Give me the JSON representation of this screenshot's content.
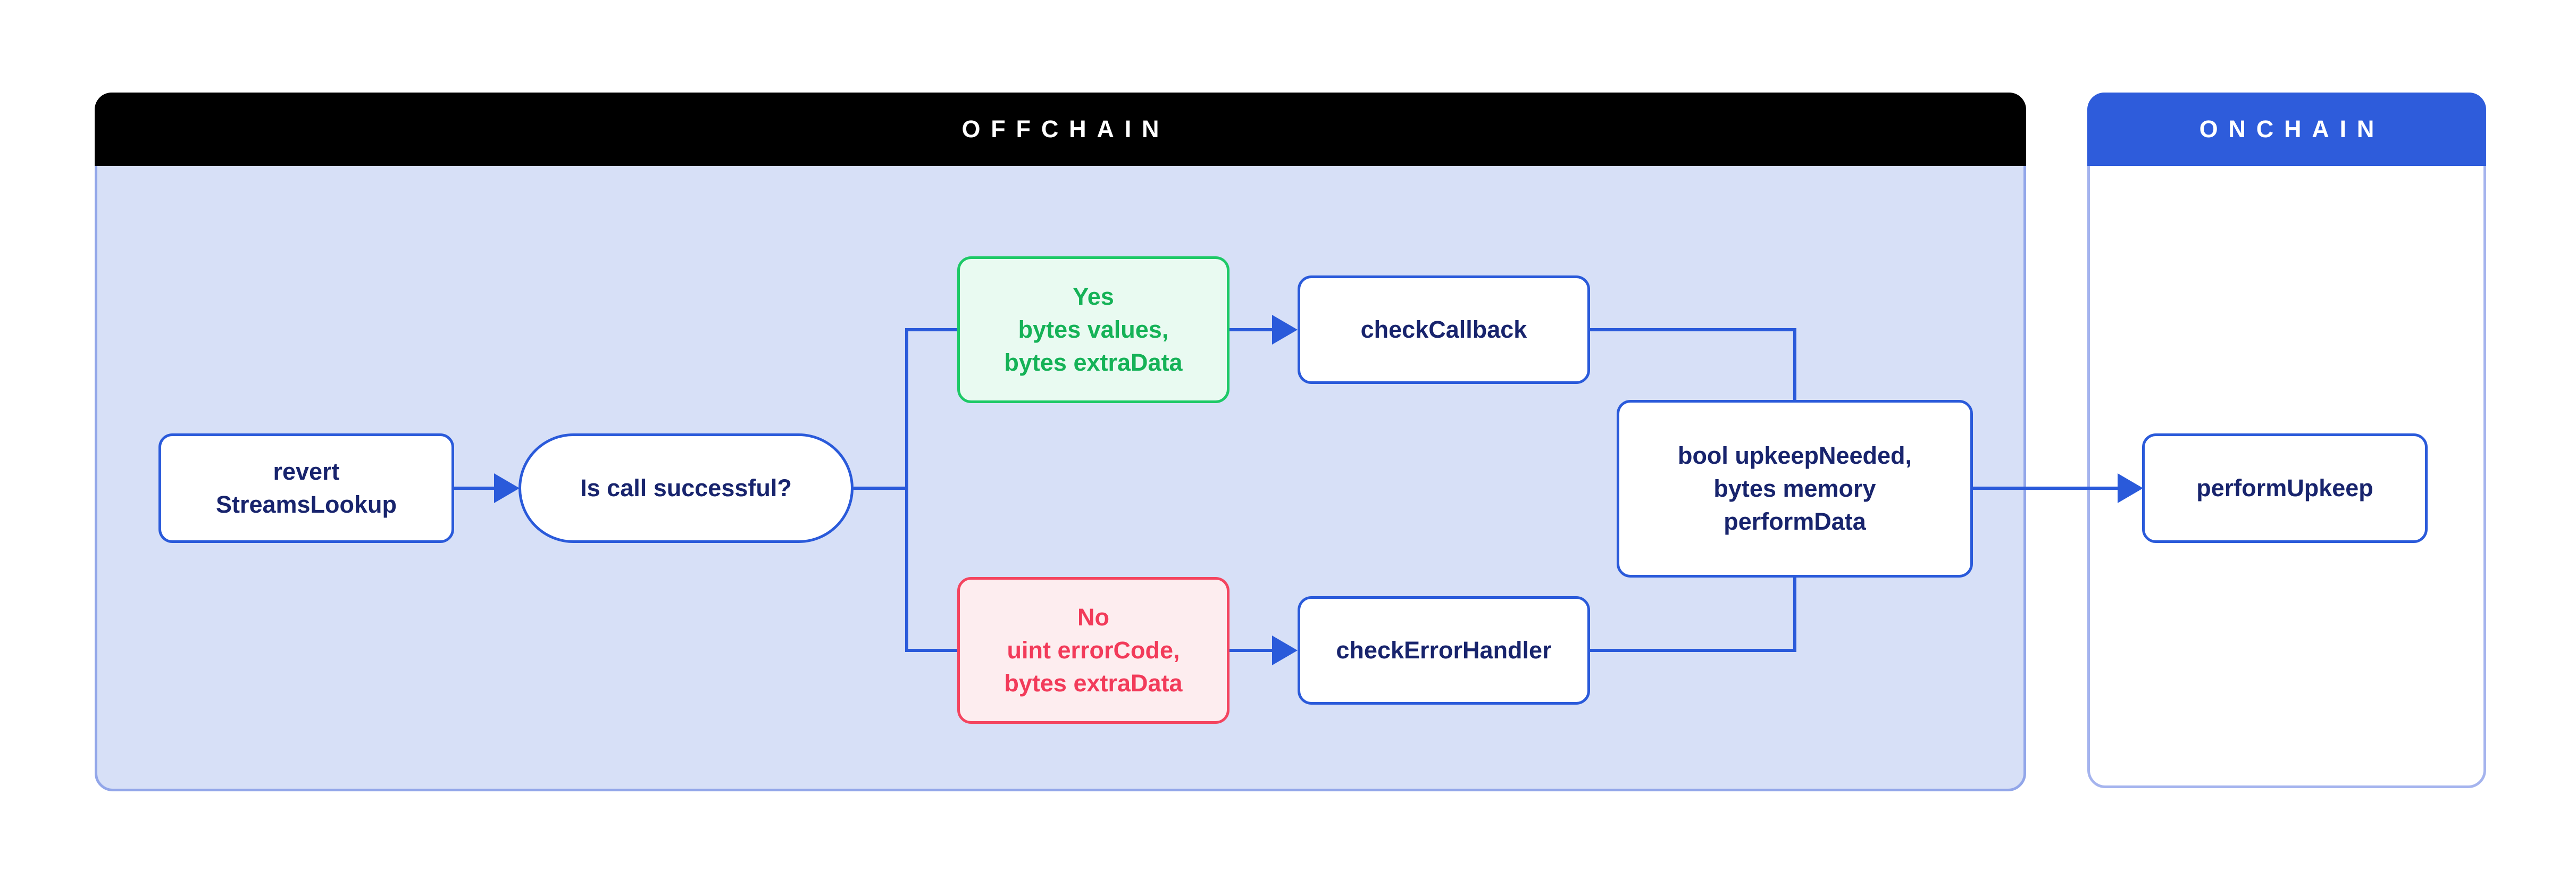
{
  "panels": {
    "offchain": {
      "title": "OFFCHAIN",
      "header_bg": "#000000",
      "body_bg": "#D7E0F7",
      "border_color": "#92A6E9"
    },
    "onchain": {
      "title": "ONCHAIN",
      "header_bg": "#2E5CDB",
      "body_bg": "#FFFFFF",
      "border_color": "#A5B4EE"
    }
  },
  "nodes": {
    "revert": {
      "lines": [
        "revert",
        "StreamsLookup"
      ]
    },
    "decision": {
      "label": "Is call successful?"
    },
    "yes_branch": {
      "lines": [
        "Yes",
        "bytes values,",
        "bytes extraData"
      ],
      "text_color": "#15B257",
      "border_color": "#1EC967",
      "bg_color": "#E9FAF1"
    },
    "no_branch": {
      "lines": [
        "No",
        "uint errorCode,",
        "bytes extraData"
      ],
      "text_color": "#F23B5A",
      "border_color": "#F4455F",
      "bg_color": "#FDEDEF"
    },
    "check_callback": {
      "label": "checkCallback"
    },
    "check_error_handler": {
      "label": "checkErrorHandler"
    },
    "result": {
      "lines": [
        "bool upkeepNeeded,",
        "bytes memory",
        "performData"
      ]
    },
    "perform_upkeep": {
      "label": "performUpkeep"
    }
  },
  "colors": {
    "connector": "#2A5ADA",
    "node_border": "#2A5ADA",
    "node_text": "#18246D",
    "node_bg": "#FFFFFF",
    "page_bg": "#FFFFFF"
  }
}
